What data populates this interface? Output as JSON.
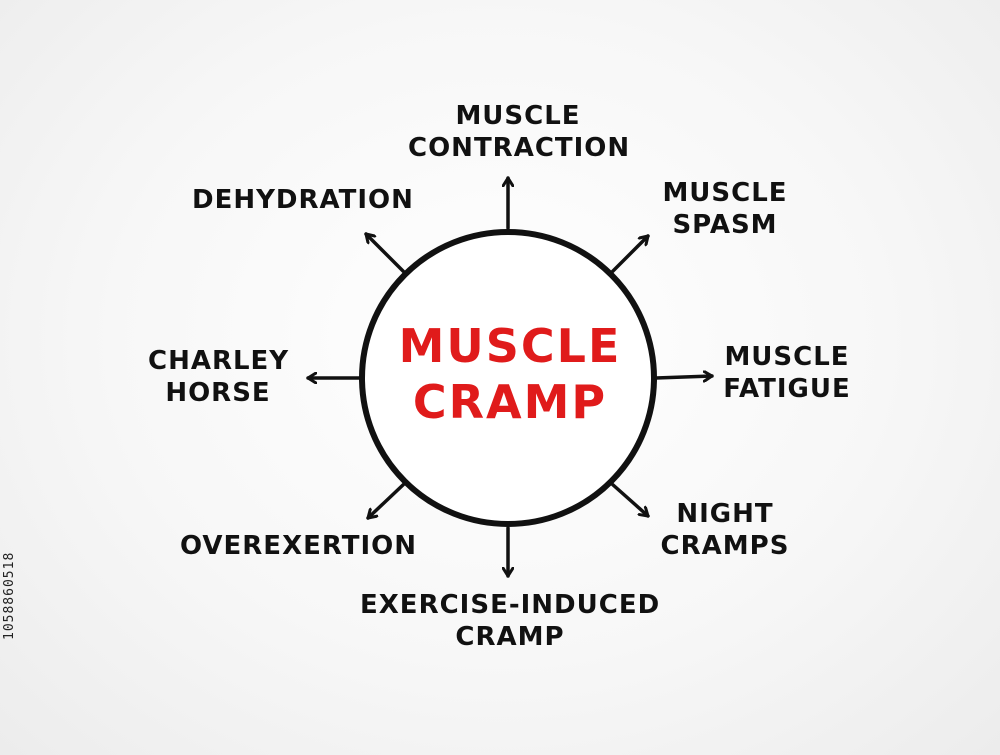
{
  "center": {
    "line1": "MUSCLE",
    "line2": "CRAMP",
    "color": "#e01b1b"
  },
  "nodes": [
    {
      "id": "top",
      "line1": "MUSCLE",
      "line2": "CONTRACTION"
    },
    {
      "id": "top-right",
      "line1": "MUSCLE",
      "line2": "SPASM"
    },
    {
      "id": "right",
      "line1": "MUSCLE",
      "line2": "FATIGUE"
    },
    {
      "id": "bottom-right",
      "line1": "NIGHT",
      "line2": "CRAMPS"
    },
    {
      "id": "bottom",
      "line1": "EXERCISE-INDUCED",
      "line2": "CRAMP"
    },
    {
      "id": "bottom-left",
      "line1": "OVEREXERTION"
    },
    {
      "id": "left",
      "line1": "CHARLEY",
      "line2": "HORSE"
    },
    {
      "id": "top-left",
      "line1": "DEHYDRATION"
    }
  ],
  "stock_id": "1058860518",
  "colors": {
    "ink": "#111111",
    "accent": "#e01b1b"
  }
}
